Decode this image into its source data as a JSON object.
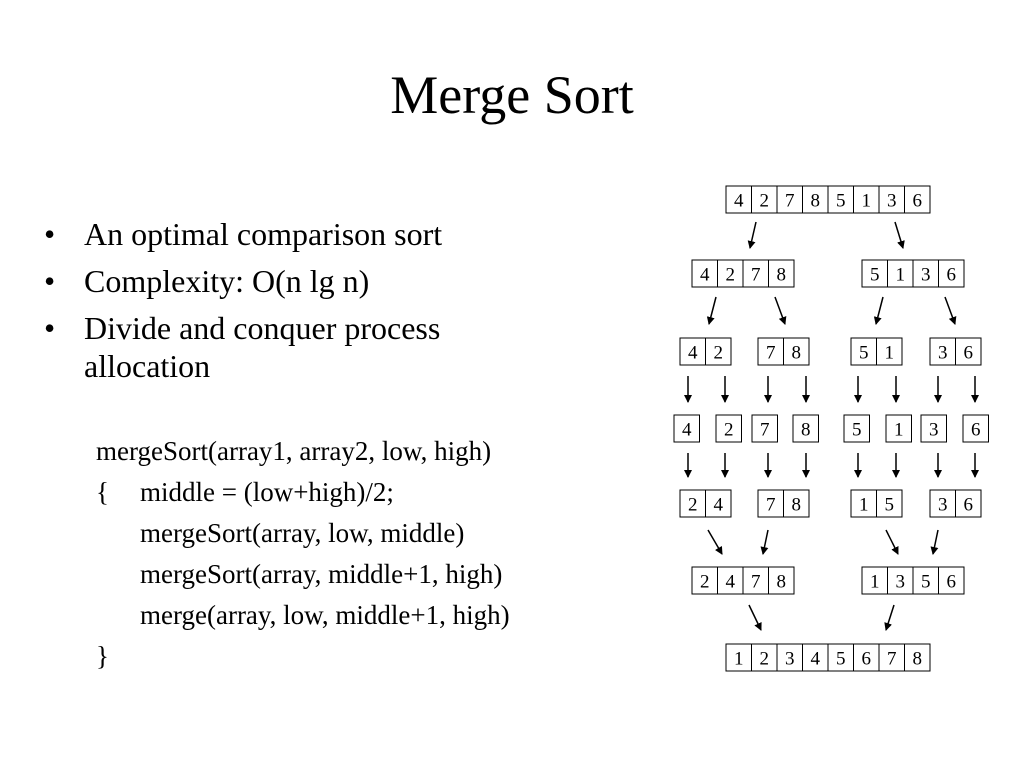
{
  "title": "Merge Sort",
  "bullets": [
    {
      "marker": "•",
      "lines": [
        "An optimal comparison sort"
      ]
    },
    {
      "marker": "•",
      "lines": [
        "Complexity: O(n lg n)"
      ]
    },
    {
      "marker": "•",
      "lines": [
        "Divide and conquer process",
        "allocation"
      ]
    }
  ],
  "code": {
    "signature": "mergeSort(array1, array2, low, high)",
    "open_brace": "{",
    "body": [
      "middle = (low+high)/2;",
      "mergeSort(array, low, middle)",
      "mergeSort(array, middle+1, high)",
      "merge(array, low, middle+1, high)"
    ],
    "close_brace": "}"
  },
  "diagram": {
    "levels": [
      {
        "groups": [
          [
            "4",
            "2",
            "7",
            "8",
            "5",
            "1",
            "3",
            "6"
          ]
        ]
      },
      {
        "groups": [
          [
            "4",
            "2",
            "7",
            "8"
          ],
          [
            "5",
            "1",
            "3",
            "6"
          ]
        ]
      },
      {
        "groups": [
          [
            "4",
            "2"
          ],
          [
            "7",
            "8"
          ],
          [
            "5",
            "1"
          ],
          [
            "3",
            "6"
          ]
        ]
      },
      {
        "groups": [
          [
            "4"
          ],
          [
            "2"
          ],
          [
            "7"
          ],
          [
            "8"
          ],
          [
            "5"
          ],
          [
            "1"
          ],
          [
            "3"
          ],
          [
            "6"
          ]
        ]
      },
      {
        "groups": [
          [
            "2",
            "4"
          ],
          [
            "7",
            "8"
          ],
          [
            "1",
            "5"
          ],
          [
            "3",
            "6"
          ]
        ]
      },
      {
        "groups": [
          [
            "2",
            "4",
            "7",
            "8"
          ],
          [
            "1",
            "3",
            "5",
            "6"
          ]
        ]
      },
      {
        "groups": [
          [
            "1",
            "2",
            "3",
            "4",
            "5",
            "6",
            "7",
            "8"
          ]
        ]
      }
    ]
  }
}
